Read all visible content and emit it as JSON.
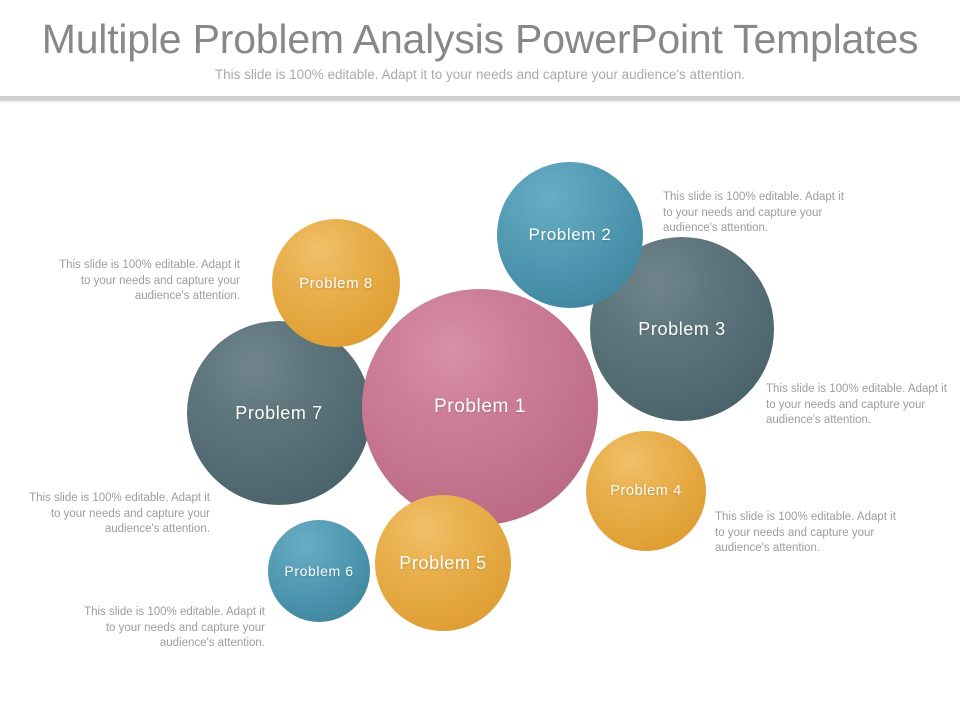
{
  "header": {
    "title": "Multiple Problem Analysis PowerPoint Templates",
    "subtitle": "This slide is 100% editable. Adapt it to your needs and capture your audience's attention."
  },
  "colors": {
    "title": "#86888a",
    "subtitle": "#a8aaac",
    "divider": "#cfd0d2",
    "note_text": "#9b9da0",
    "pink": "#c4738d",
    "teal": "#4a92ab",
    "slate": "#526a71",
    "orange": "#e3a63e",
    "background": "#ffffff",
    "label_text": "#ffffff"
  },
  "diagram": {
    "bubbles": [
      {
        "id": "problem-1",
        "label": "Problem  1",
        "color_name": "pink",
        "color": "#c4738d"
      },
      {
        "id": "problem-2",
        "label": "Problem  2",
        "color_name": "teal",
        "color": "#4a92ab"
      },
      {
        "id": "problem-3",
        "label": "Problem  3",
        "color_name": "slate",
        "color": "#526a71"
      },
      {
        "id": "problem-4",
        "label": "Problem 4",
        "color_name": "orange",
        "color": "#e3a63e"
      },
      {
        "id": "problem-5",
        "label": "Problem  5",
        "color_name": "orange",
        "color": "#e3a63e"
      },
      {
        "id": "problem-6",
        "label": "Problem 6",
        "color_name": "teal",
        "color": "#4a92ab"
      },
      {
        "id": "problem-7",
        "label": "Problem  7",
        "color_name": "slate",
        "color": "#526a71"
      },
      {
        "id": "problem-8",
        "label": "Problem 8",
        "color_name": "orange",
        "color": "#e3a63e"
      }
    ],
    "notes": [
      {
        "id": "note-1",
        "text": "This slide is 100% editable. Adapt it to your needs and capture your audience's attention.",
        "align": "left"
      },
      {
        "id": "note-2",
        "text": "This slide is 100% editable. Adapt it to your needs and capture your audience's attention.",
        "align": "left"
      },
      {
        "id": "note-3",
        "text": "This slide is 100% editable. Adapt it to your needs and capture your audience's attention.",
        "align": "left"
      },
      {
        "id": "note-4",
        "text": "This slide is 100% editable. Adapt it to your needs and capture your audience's attention.",
        "align": "right"
      },
      {
        "id": "note-5",
        "text": "This slide is 100% editable. Adapt it to your needs and capture your audience's attention.",
        "align": "right"
      },
      {
        "id": "note-6",
        "text": "This slide is 100% editable. Adapt it to your needs and capture your audience's attention.",
        "align": "right"
      }
    ]
  }
}
